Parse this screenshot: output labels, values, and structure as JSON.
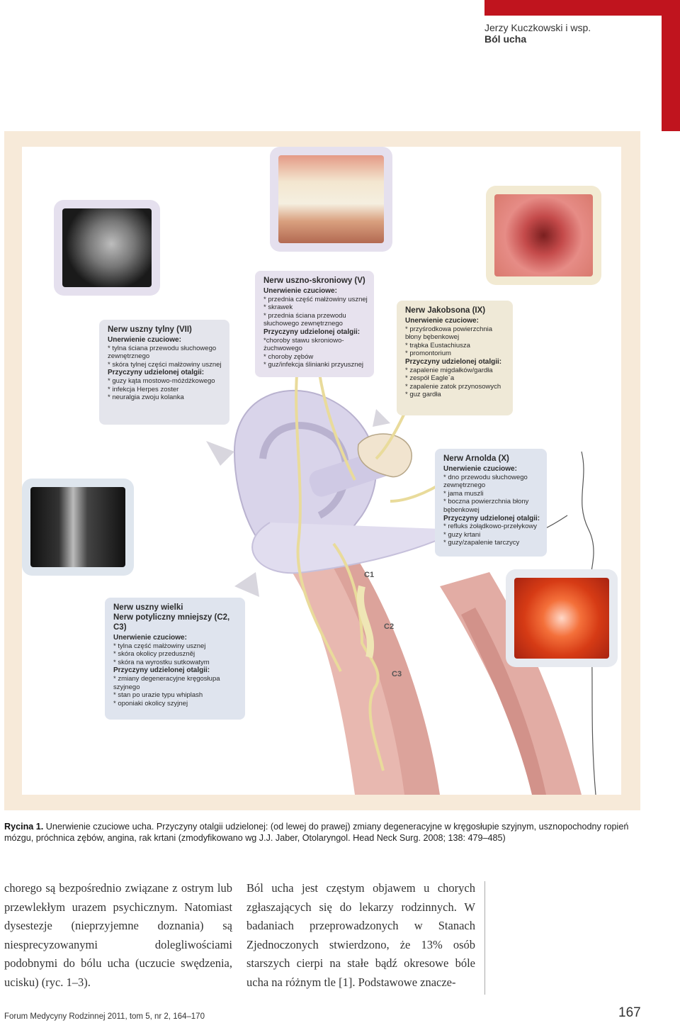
{
  "header": {
    "author": "Jerzy Kuczkowski i wsp.",
    "title": "Ból ucha",
    "accent_color": "#c0141e"
  },
  "figure": {
    "panels": {
      "auriculotemporal": {
        "title": "Nerw uszno-skroniowy (V)",
        "sensory_head": "Unerwienie czuciowe:",
        "sensory_items": [
          "* przednia część małżowiny usznej",
          "* skrawek",
          "* przednia ściana przewodu słuchowego zewnętrznego"
        ],
        "causes_head": "Przyczyny udzielonej otalgii:",
        "causes_items": [
          "*choroby stawu skroniowo-żuchwowego",
          "* choroby zębów",
          "* guz/infekcja ślinianki przyusznej"
        ]
      },
      "facial": {
        "title": "Nerw uszny tylny (VII)",
        "sensory_head": "Unerwienie czuciowe:",
        "sensory_items": [
          "* tylna ściana przewodu słuchowego zewnętrznego",
          "* skóra tylnej części małżowiny usznej"
        ],
        "causes_head": "Przyczyny udzielonej otalgii:",
        "causes_items": [
          "* guzy kąta mostowo-móżdżkowego",
          "* infekcja Herpes zoster",
          "* neuralgia zwoju kolanka"
        ]
      },
      "jacobson": {
        "title": "Nerw Jakobsona (IX)",
        "sensory_head": "Unerwienie czuciowe:",
        "sensory_items": [
          "* przyśrodkowa powierzchnia błony bębenkowej",
          "* trąbka Eustachiusza",
          "* promontorium"
        ],
        "causes_head": "Przyczyny udzielonej otalgii:",
        "causes_items": [
          "* zapalenie migdałków/gardła",
          "* zespół Eagle`a",
          "* zapalenie zatok przynosowych",
          "* guz gardła"
        ]
      },
      "arnold": {
        "title": "Nerw Arnolda (X)",
        "sensory_head": "Unerwienie czuciowe:",
        "sensory_items": [
          "* dno przewodu słuchowego zewnętrznego",
          "* jama muszli",
          "* boczna powierzchnia błony bębenkowej"
        ],
        "causes_head": "Przyczyny udzielonej otalgii:",
        "causes_items": [
          "* refluks żołądkowo-przełykowy",
          "* guzy krtani",
          "* guzy/zapalenie tarczycy"
        ]
      },
      "great_auricular": {
        "title1": "Nerw uszny wielki",
        "title2": "Nerw potyliczny mniejszy (C2, C3)",
        "sensory_head": "Unerwienie czuciowe:",
        "sensory_items": [
          "* tylna część małżowiny usznej",
          "* skóra okolicy przeduszněj",
          "* skóra na wyrostku sutkowatym"
        ],
        "causes_head": "Przyczyny udzielonej otalgii:",
        "causes_items": [
          "* zmiany degeneracyjne kręgosłupa szyjnego",
          "* stan po urazie typu whiplash",
          "* oponiaki okolicy szyjnej"
        ]
      }
    },
    "nerve_labels": [
      "C1",
      "C2",
      "C3"
    ]
  },
  "caption": {
    "label": "Rycina 1.",
    "text": " Unerwienie czuciowe ucha. Przyczyny otalgii udzielonej: (od lewej do prawej) zmiany degeneracyjne w kręgosłupie szyjnym, usznopochodny ropień mózgu, próchnica zębów, angina, rak krtani (zmodyfikowano wg J.J. Jaber, Otolaryngol. Head Neck Surg. 2008; 138: 479–485)"
  },
  "body": {
    "left": "chorego są bezpośrednio związane z ostrym lub przewlekłym urazem psychicznym. Natomiast dysestezje (nieprzyjemne doznania) są niesprecyzowanymi dolegliwościami podobnymi do bólu ucha (uczucie swędzenia, ucisku) (ryc. 1–3).",
    "right": "Ból ucha jest częstym objawem u chorych zgłaszających się do lekarzy rodzinnych. W badaniach przeprowadzonych w Stanach Zjednoczonych stwierdzono, że 13% osób starszych cierpi na stałe bądź okresowe bóle ucha na różnym tle [1]. Podstawowe znacze-"
  },
  "footer": {
    "journal": "Forum Medycyny Rodzinnej 2011, tom 5, nr 2, 164–170",
    "page": "167"
  }
}
